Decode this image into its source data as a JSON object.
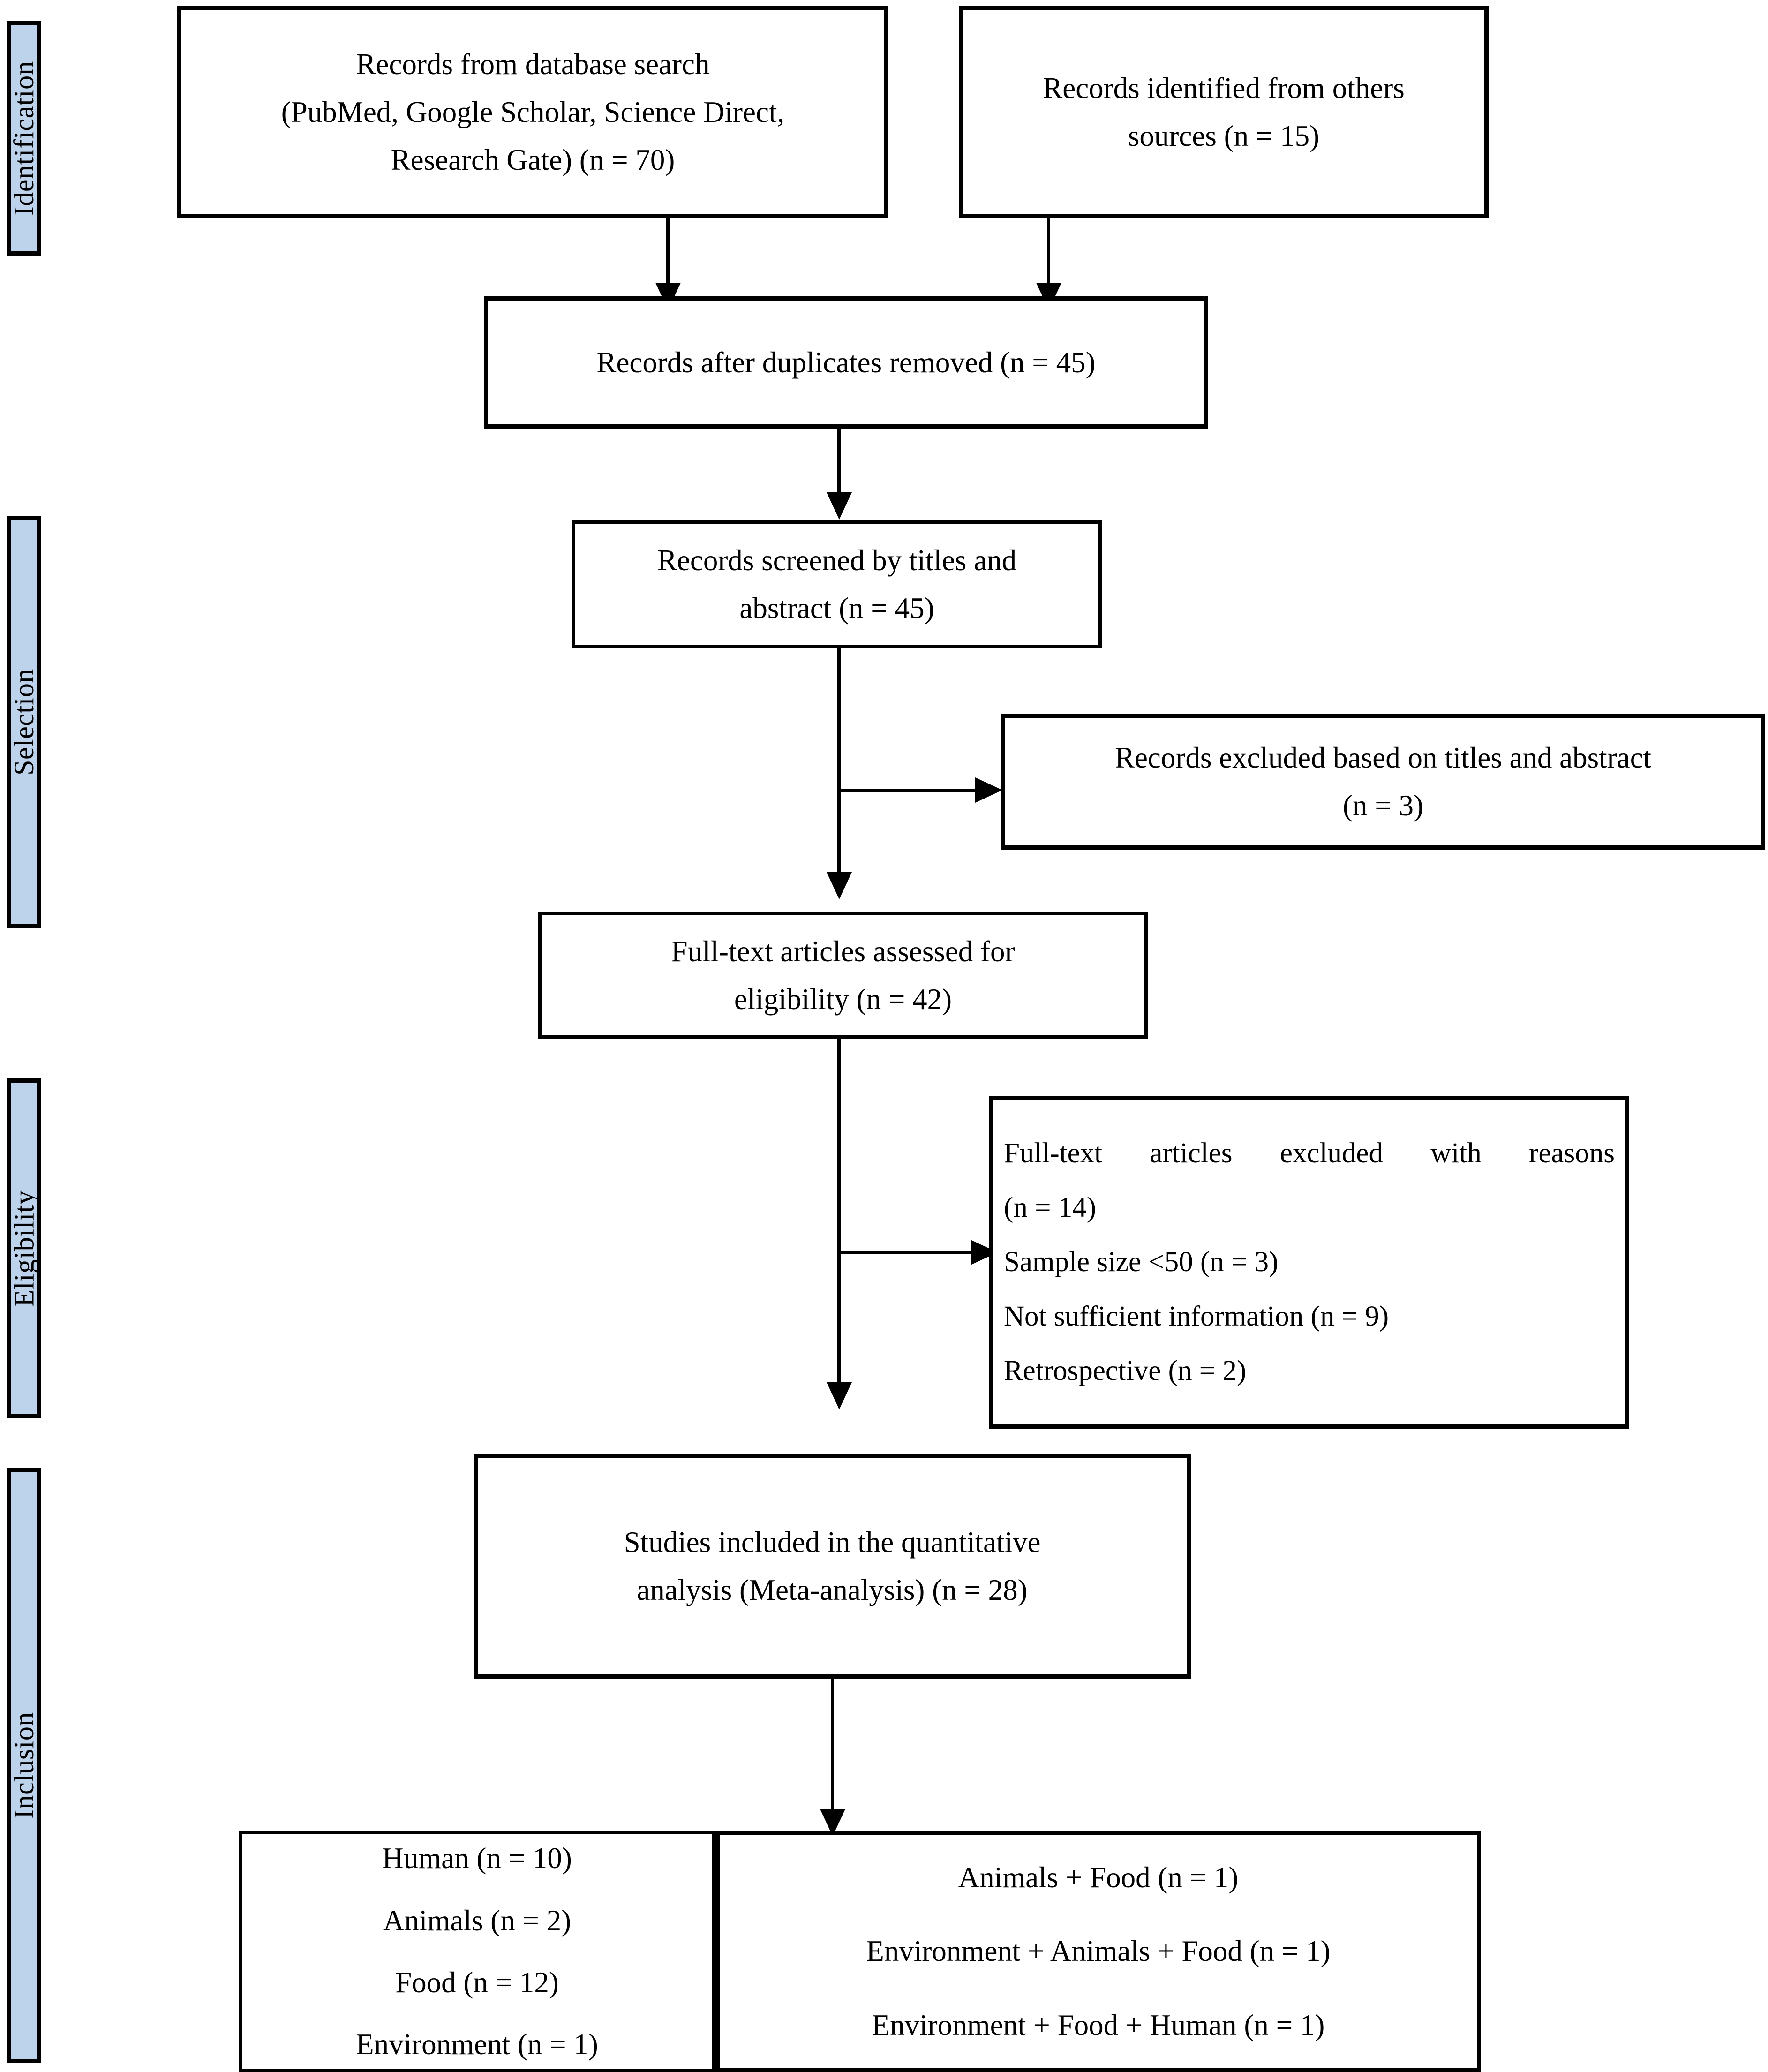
{
  "diagram": {
    "type": "prisma-flow-diagram",
    "stages": [
      {
        "id": "identification",
        "label": "Identification"
      },
      {
        "id": "selection",
        "label": "Selection"
      },
      {
        "id": "eligibility",
        "label": "Eligibility"
      },
      {
        "id": "inclusion",
        "label": "Inclusion"
      }
    ],
    "nodes": {
      "database_search": {
        "lines": [
          "Records from database search",
          "(PubMed, Google Scholar, Science Direct,",
          "Research Gate) (n = 70)"
        ],
        "count": 70
      },
      "other_sources": {
        "lines": [
          "Records identified from others",
          "sources (n = 15)"
        ],
        "count": 15
      },
      "duplicates_removed": {
        "lines": [
          "Records after duplicates removed (n = 45)"
        ],
        "count": 45
      },
      "screened": {
        "lines": [
          "Records screened by titles and",
          "abstract (n = 45)"
        ],
        "count": 45
      },
      "excluded_titles_abstract": {
        "lines": [
          "Records excluded based on titles and abstract",
          "(n = 3)"
        ],
        "count": 3
      },
      "fulltext_assessed": {
        "lines": [
          "Full-text articles assessed for",
          "eligibility (n = 42)"
        ],
        "count": 42
      },
      "fulltext_excluded": {
        "lines": [
          "Full-text articles excluded with reasons",
          "(n = 14)",
          "Sample size <50 (n = 3)",
          "Not sufficient information (n = 9)",
          "Retrospective (n = 2)"
        ],
        "count": 14,
        "reasons": [
          {
            "label": "Sample size <50",
            "n": 3
          },
          {
            "label": "Not sufficient information",
            "n": 9
          },
          {
            "label": "Retrospective",
            "n": 2
          }
        ]
      },
      "included_quantitative": {
        "lines": [
          "Studies included in the quantitative",
          "analysis (Meta-analysis) (n = 28)"
        ],
        "count": 28
      },
      "categories_single": {
        "lines": [
          "Human (n = 10)",
          "Animals (n = 2)",
          "Food (n = 12)",
          "Environment (n = 1)"
        ],
        "items": [
          {
            "label": "Human",
            "n": 10
          },
          {
            "label": "Animals",
            "n": 2
          },
          {
            "label": "Food",
            "n": 12
          },
          {
            "label": "Environment",
            "n": 1
          }
        ]
      },
      "categories_combined": {
        "lines": [
          "Animals + Food (n = 1)",
          "Environment + Animals + Food (n = 1)",
          "Environment + Food + Human (n = 1)"
        ],
        "items": [
          {
            "label": "Animals + Food",
            "n": 1
          },
          {
            "label": "Environment + Animals + Food",
            "n": 1
          },
          {
            "label": "Environment + Food + Human",
            "n": 1
          }
        ]
      }
    },
    "colors": {
      "stage_fill": "#bdd3ec",
      "stroke": "#000000",
      "node_fill": "#ffffff"
    }
  }
}
